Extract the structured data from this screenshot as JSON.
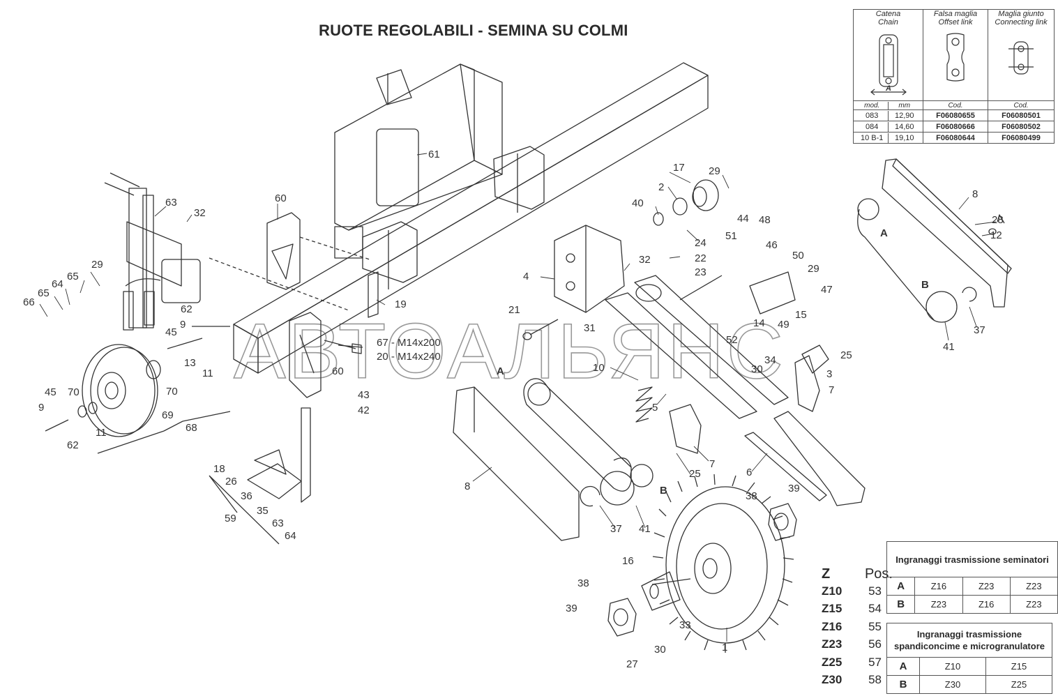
{
  "title": "RUOTE REGOLABILI  -  SEMINA SU COLMI",
  "watermark": "АВТОАЛЬЯНС",
  "chain_table": {
    "col1": {
      "it": "Catena",
      "en": "Chain"
    },
    "col2": {
      "it": "Falsa maglia",
      "en": "Offset link"
    },
    "col3": {
      "it": "Maglia giunto",
      "en": "Connecting link"
    },
    "dim_label": "A",
    "sub_mod": "mod.",
    "sub_mm": "mm",
    "sub_cod1": "Cod.",
    "sub_cod2": "Cod.",
    "rows": [
      {
        "mod": "083",
        "mm": "12,90",
        "offset": "F06080655",
        "connect": "F06080501"
      },
      {
        "mod": "084",
        "mm": "14,60",
        "offset": "F06080666",
        "connect": "F06080502"
      },
      {
        "mod": "10 B-1",
        "mm": "19,10",
        "offset": "F06080644",
        "connect": "F06080499"
      }
    ]
  },
  "z_table": {
    "head_z": "Z",
    "head_pos": "Pos.",
    "rows": [
      {
        "z": "Z10",
        "pos": "53"
      },
      {
        "z": "Z15",
        "pos": "54"
      },
      {
        "z": "Z16",
        "pos": "55"
      },
      {
        "z": "Z23",
        "pos": "56"
      },
      {
        "z": "Z25",
        "pos": "57"
      },
      {
        "z": "Z30",
        "pos": "58"
      }
    ]
  },
  "gear_table_seeders": {
    "title": "Ingranaggi trasmissione seminatori",
    "rows": [
      {
        "key": "A",
        "v1": "Z16",
        "v2": "Z23",
        "v3": "Z23"
      },
      {
        "key": "B",
        "v1": "Z23",
        "v2": "Z16",
        "v3": "Z23"
      }
    ]
  },
  "gear_table_fertilizer": {
    "title1": "Ingranaggi trasmissione",
    "title2": "spandiconcime  e microgranulatore",
    "rows": [
      {
        "key": "A",
        "v1": "Z10",
        "v2": "Z15"
      },
      {
        "key": "B",
        "v1": "Z30",
        "v2": "Z25"
      }
    ]
  },
  "callouts": {
    "c1": "1",
    "c2": "2",
    "c3": "3",
    "c4": "4",
    "c5": "5",
    "c6": "6",
    "c7a": "7",
    "c7b": "7",
    "c8a": "8",
    "c8b": "8",
    "c9a": "9",
    "c9b": "9",
    "c10": "10",
    "c11a": "11",
    "c11b": "11",
    "c12": "12",
    "c13": "13",
    "c14": "14",
    "c15": "15",
    "c16": "16",
    "c17": "17",
    "c18": "18",
    "c19": "19",
    "c20": "20 - M14x240",
    "c21": "21",
    "c22": "22",
    "c23": "23",
    "c24": "24",
    "c25a": "25",
    "c25b": "25",
    "c26": "26",
    "c27": "27",
    "c28": "28",
    "c29a": "29",
    "c29b": "29",
    "c29c": "29",
    "c30a": "30",
    "c30b": "30",
    "c31": "31",
    "c32a": "32",
    "c32b": "32",
    "c33": "33",
    "c34": "34",
    "c35": "35",
    "c36": "36",
    "c37a": "37",
    "c37b": "37",
    "c38a": "38",
    "c38b": "38",
    "c39a": "39",
    "c39b": "39",
    "c40": "40",
    "c41a": "41",
    "c41b": "41",
    "c42": "42",
    "c43": "43",
    "c44": "44",
    "c45a": "45",
    "c45b": "45",
    "c46": "46",
    "c47": "47",
    "c48": "48",
    "c49": "49",
    "c50": "50",
    "c51": "51",
    "c52": "52",
    "c59": "59",
    "c60a": "60",
    "c60b": "60",
    "c61": "61",
    "c62a": "62",
    "c62b": "62",
    "c63a": "63",
    "c63b": "63",
    "c64a": "64",
    "c64b": "64",
    "c65a": "65",
    "c65b": "65",
    "c66": "66",
    "c67": "67 - M14x200",
    "c68": "68",
    "c69": "69",
    "c70a": "70",
    "c70b": "70",
    "cAa": "A",
    "cBa": "B",
    "cAb": "A",
    "cBb": "B"
  }
}
